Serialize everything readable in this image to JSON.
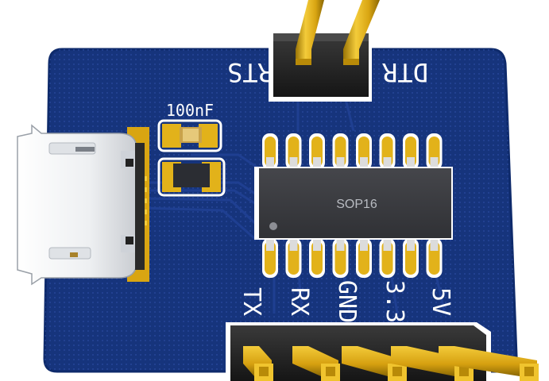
{
  "board": {
    "capacitor_label": "100nF",
    "chip_label": "SOP16",
    "top_header": {
      "label_left": "RTS",
      "label_right": "DTR"
    },
    "bottom_header": {
      "pins": [
        "TX",
        "RX",
        "GND",
        "3.3",
        "5V"
      ]
    }
  },
  "colors": {
    "pcb": "#16347c",
    "pcb_edge": "#0e2a6b",
    "gold": "#e2b21a",
    "silk": "#ffffff",
    "chip_body": "#3a3b40",
    "header_plastic": "#262626",
    "usb_metal": "#eef0f2"
  },
  "icons": {
    "usb_connector": "micro-usb-connector-icon",
    "header_pins": "pin-header-icon"
  }
}
